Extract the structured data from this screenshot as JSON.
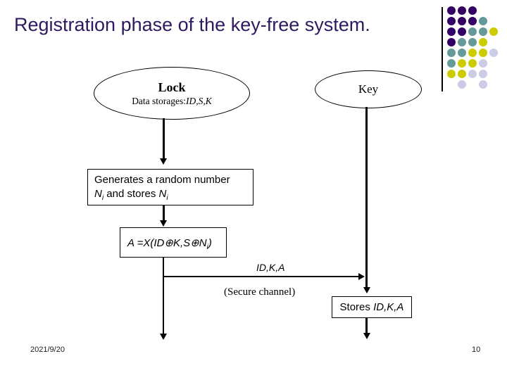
{
  "slide": {
    "title": "Registration phase of the key-free system.",
    "footer": {
      "date": "2021/9/20",
      "page": "10"
    }
  },
  "diagram": {
    "lock": {
      "name": "Lock",
      "storage": [
        {
          "t": "Data storages:"
        },
        {
          "t": "ID,S,K",
          "i": 1
        }
      ]
    },
    "key": {
      "name": "Key"
    },
    "generate_box": {
      "line1": "Generates a random number",
      "line2": [
        {
          "t": "N",
          "i": 1
        },
        {
          "t": "i",
          "i": 1,
          "sub": 1
        },
        {
          "t": " and stores "
        },
        {
          "t": "N",
          "i": 1
        },
        {
          "t": "i",
          "i": 1,
          "sub": 1
        }
      ]
    },
    "formula_box": {
      "formula": [
        {
          "t": "A =X(ID",
          "i": 1
        },
        {
          "t": "⊕",
          "i": 1
        },
        {
          "t": "K,S",
          "i": 1
        },
        {
          "t": "⊕",
          "i": 1
        },
        {
          "t": "N",
          "i": 1
        },
        {
          "t": "i",
          "i": 1,
          "sub": 1
        },
        {
          "t": ")",
          "i": 1
        }
      ]
    },
    "message_label": "ID,K,A",
    "channel_label": "(Secure channel)",
    "stores_box": [
      {
        "t": "Stores "
      },
      {
        "t": "ID,K,A",
        "i": 1
      }
    ]
  },
  "decor": {
    "colors": {
      "P": "#330066",
      "T": "#669999",
      "Y": "#CCCC00",
      "L": "#CCCCE6"
    },
    "pattern": [
      "PPP..",
      "PPPT.",
      "PPTTY",
      "PTTY.",
      "TTYYL",
      "TYYL.",
      "YYLL.",
      ".L.L."
    ],
    "title_color": "#2E1A5E",
    "line_color": "#000000"
  }
}
